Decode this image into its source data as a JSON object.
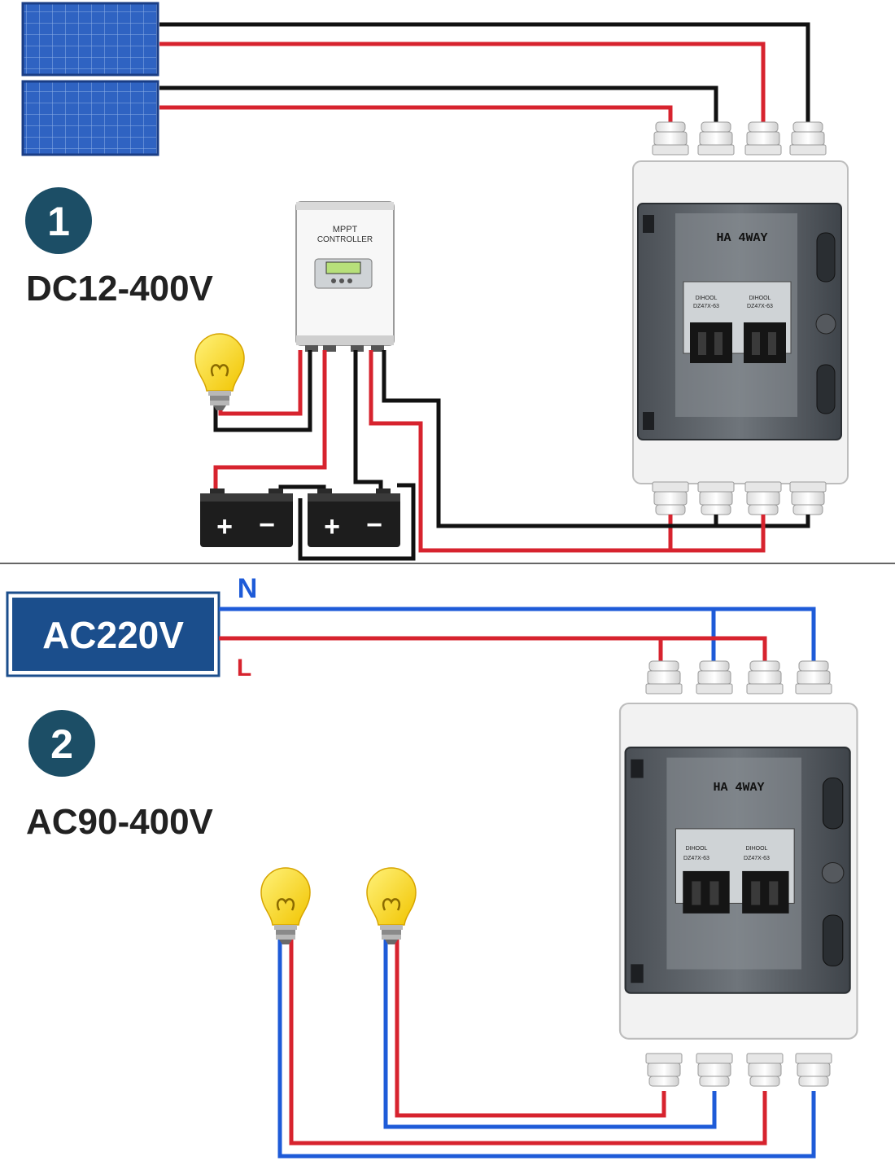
{
  "section1": {
    "number": "1",
    "voltage_label": "DC12-400V",
    "controller": {
      "line1": "MPPT",
      "line2": "CONTROLLER"
    },
    "battery_plus": "+",
    "battery_minus": "−"
  },
  "section2": {
    "number": "2",
    "voltage_label": "AC90-400V",
    "source_label": "AC220V",
    "neutral_label": "N",
    "line_label": "L"
  },
  "box": {
    "title": "HA 4WAY",
    "breaker_brand": "DIHOOL",
    "breaker_model": "DZ47X-63"
  },
  "colors": {
    "wire_red": "#d7232e",
    "wire_black": "#111111",
    "wire_blue": "#1e5bd8",
    "badge_navy": "#1c4e66",
    "ac_box_navy": "#1b4e8c",
    "panel_blue": "#2457b8"
  }
}
